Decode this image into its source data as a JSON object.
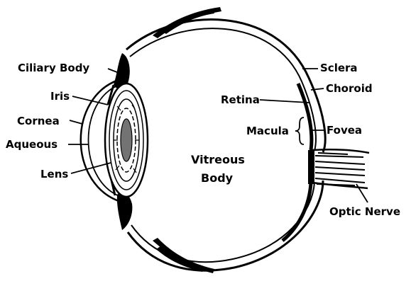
{
  "labels": {
    "ciliary_body": "Ciliary Body",
    "iris": "Iris",
    "cornea": "Cornea",
    "aqueous": "Aqueous",
    "lens": "Lens",
    "vitreous_line1": "Vitreous",
    "vitreous_line2": "Body",
    "retina": "Retina",
    "macula": "Macula",
    "sclera": "Sclera",
    "choroid": "Choroid",
    "fovea": "Fovea",
    "optic_nerve": "Optic Nerve"
  }
}
